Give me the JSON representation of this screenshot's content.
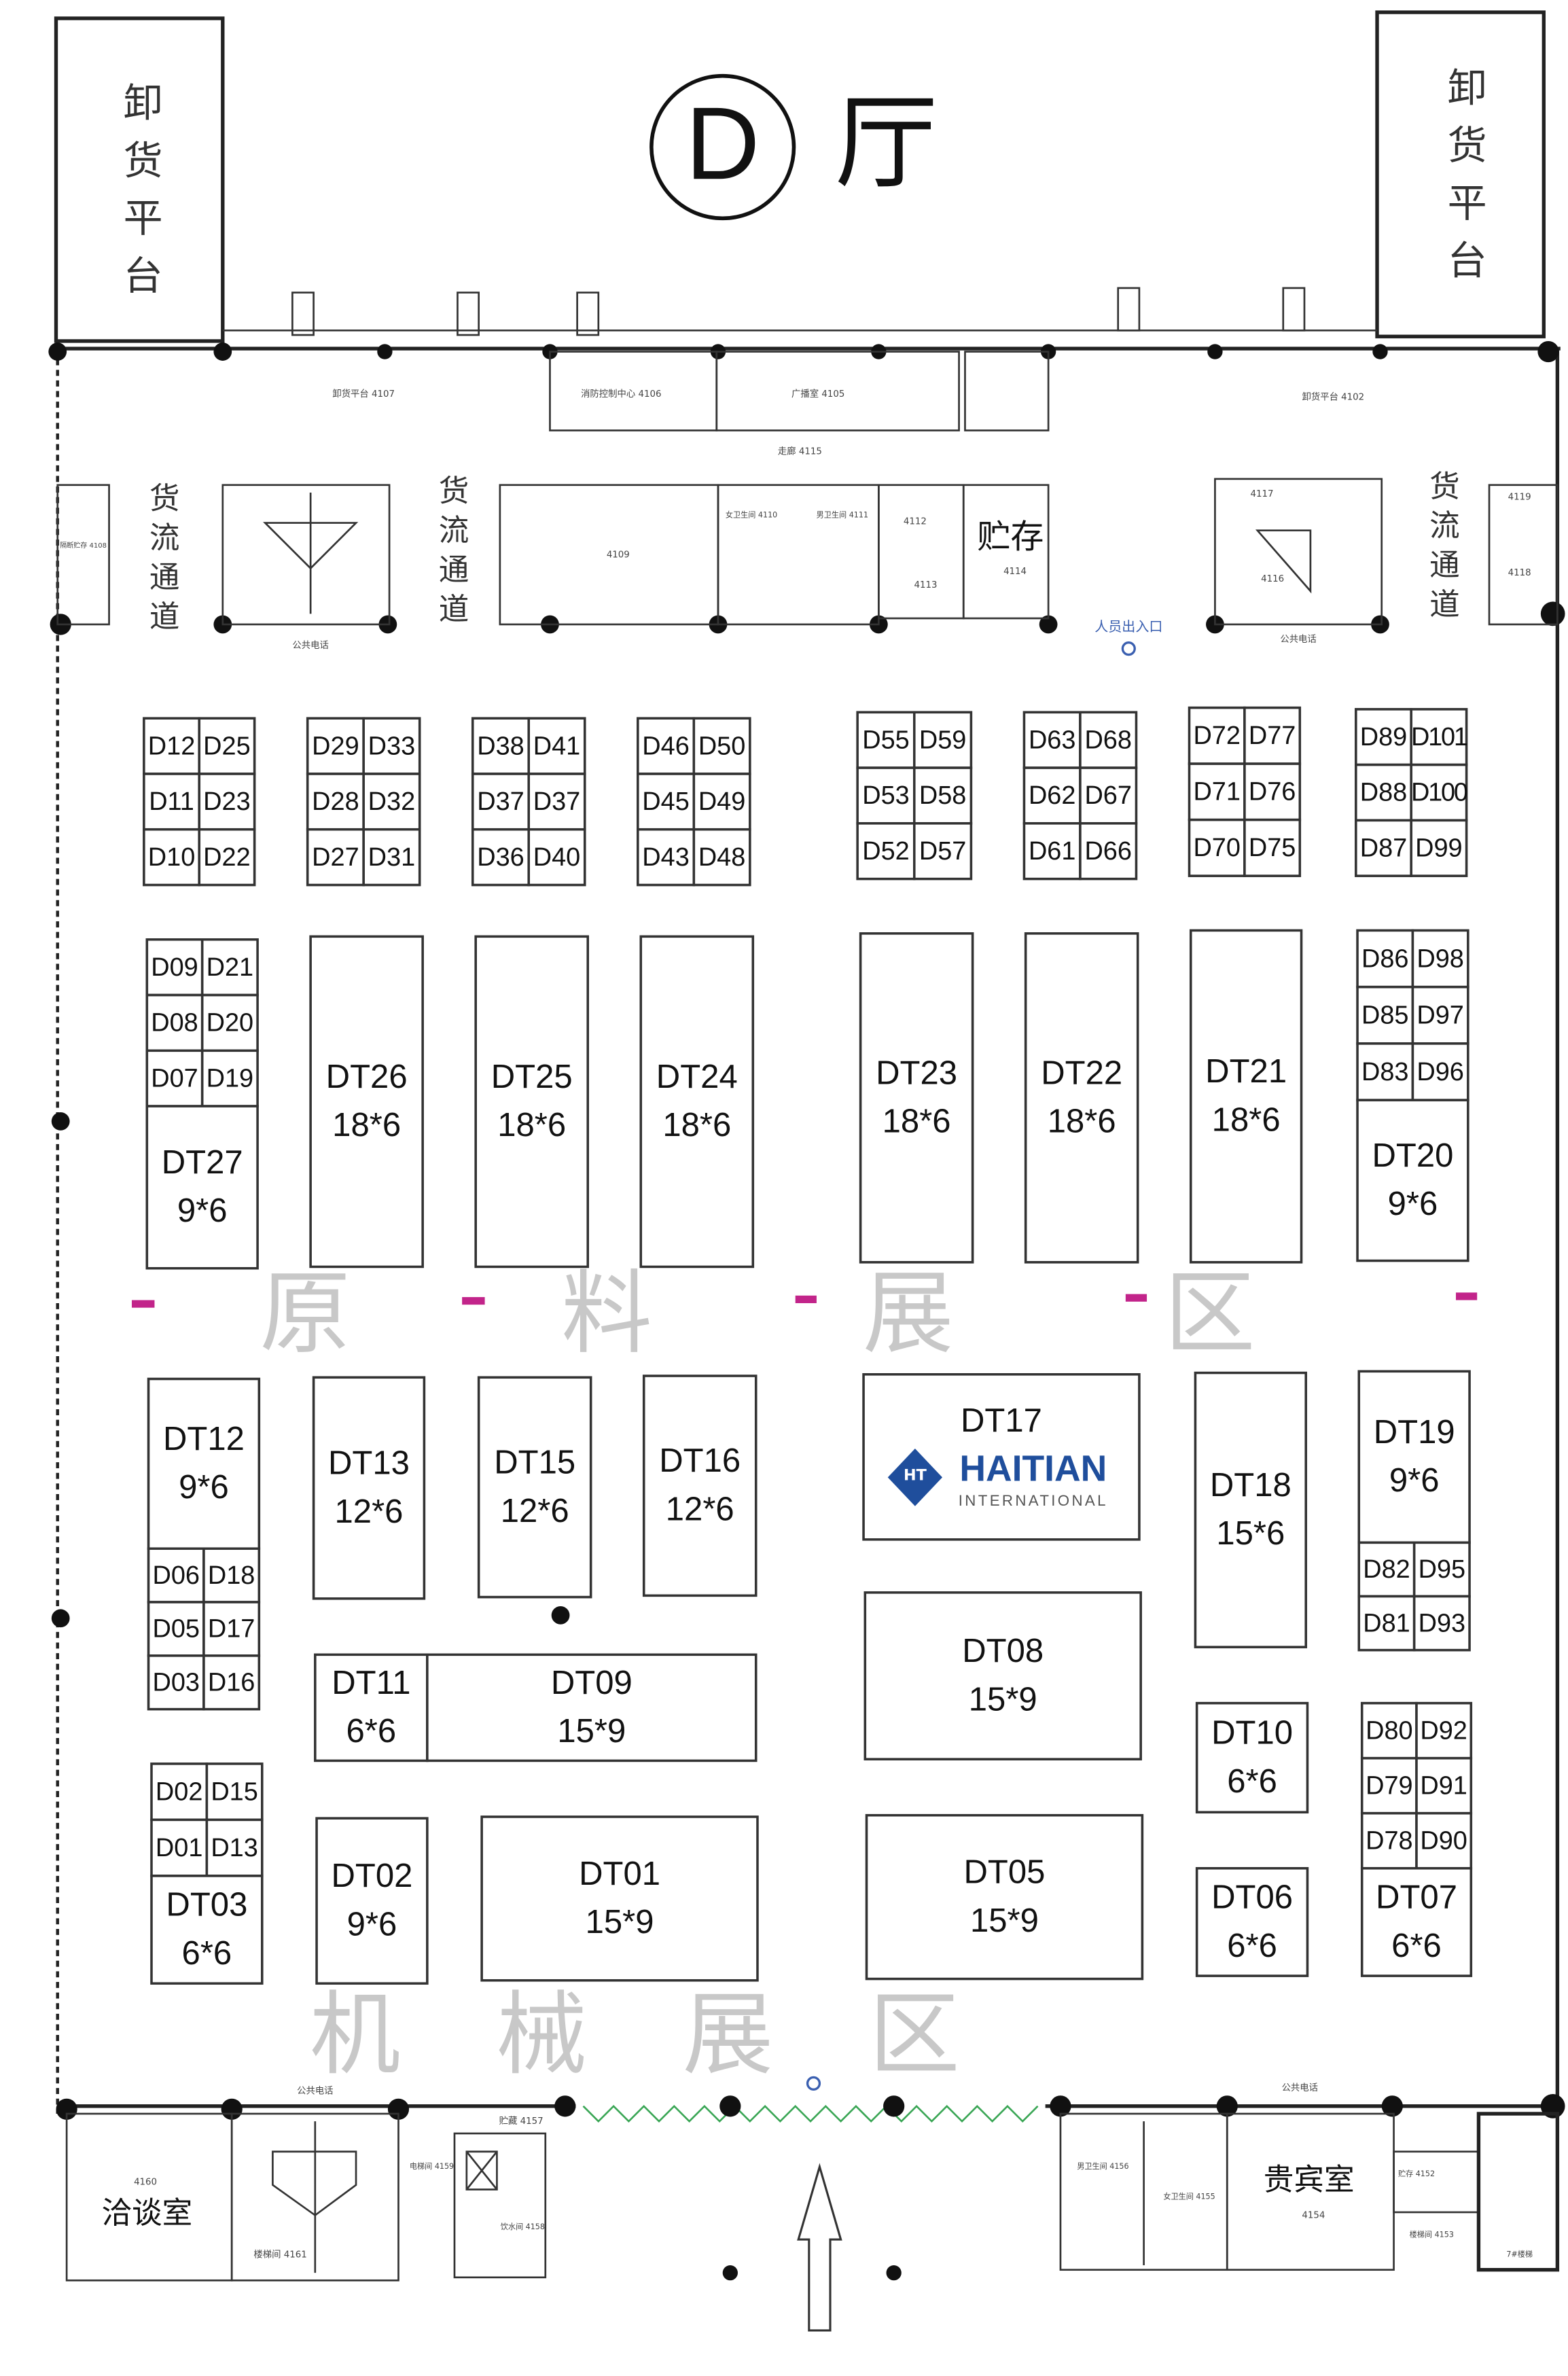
{
  "hall": {
    "letter": "D",
    "suffix": "厅"
  },
  "loading_docks": {
    "left": "卸货平台",
    "right": "卸货平台"
  },
  "passages": {
    "label": "货流通道"
  },
  "zones": {
    "raw_material": "原 料 展 区",
    "machinery": "机 械 展 区"
  },
  "rooms": {
    "unloading_left": "卸货平台 4107",
    "fire_control": "消防控制中心 4106",
    "broadcast": "广播室 4105",
    "corridor": "走廊 4115",
    "unloading_right": "卸货平台 4102",
    "partition_left": "隔断贮存 4108",
    "room_4109": "4109",
    "ladies_top": "女卫生间 4110",
    "mens_top": "男卫生间 4111",
    "room_4112": "4112",
    "room_4113": "4113",
    "storage": "贮存",
    "storage_no": "4114",
    "stair_top_left": "公共电话",
    "stair_top_right": "公共电话",
    "entrance": "人员出入口",
    "room_4117": "4117",
    "room_4116": "4116",
    "room_4118": "4118",
    "room_4119": "4119",
    "meeting": "洽谈室",
    "meeting_no": "4160",
    "stair_bottom_phone": "公共电话",
    "room_4161": "楼梯间 4161",
    "elevator": "电梯间 4159",
    "storage_4157": "贮藏 4157",
    "drinks": "饮水间 4158",
    "mens_bottom": "男卫生间 4156",
    "ladies_bottom": "女卫生间 4155",
    "vip": "贵宾室",
    "vip_no": "4154",
    "phone_bottom_right": "公共电话",
    "room_4152": "贮存 4152",
    "room_4153": "楼梯间 4153",
    "stair_7": "7#楼梯"
  },
  "exhibitor_logo": {
    "name": "HAITIAN",
    "sub": "INTERNATIONAL",
    "mark": "HT",
    "color": "#1f4e9c"
  },
  "small_booth_groups": [
    [
      [
        "D12",
        "D25"
      ],
      [
        "D11",
        "D23"
      ],
      [
        "D10",
        "D22"
      ]
    ],
    [
      [
        "D29",
        "D33"
      ],
      [
        "D28",
        "D32"
      ],
      [
        "D27",
        "D31"
      ]
    ],
    [
      [
        "D38",
        "D41"
      ],
      [
        "D37",
        "D37"
      ],
      [
        "D36",
        "D40"
      ]
    ],
    [
      [
        "D46",
        "D50"
      ],
      [
        "D45",
        "D49"
      ],
      [
        "D43",
        "D48"
      ]
    ],
    [
      [
        "D55",
        "D59"
      ],
      [
        "D53",
        "D58"
      ],
      [
        "D52",
        "D57"
      ]
    ],
    [
      [
        "D63",
        "D68"
      ],
      [
        "D62",
        "D67"
      ],
      [
        "D61",
        "D66"
      ]
    ],
    [
      [
        "D72",
        "D77"
      ],
      [
        "D71",
        "D76"
      ],
      [
        "D70",
        "D75"
      ]
    ],
    [
      [
        "D89",
        "D101"
      ],
      [
        "D88",
        "D100"
      ],
      [
        "D87",
        "D99"
      ]
    ],
    [
      [
        "D09",
        "D21"
      ],
      [
        "D08",
        "D20"
      ],
      [
        "D07",
        "D19"
      ]
    ],
    [
      [
        "D86",
        "D98"
      ],
      [
        "D85",
        "D97"
      ],
      [
        "D83",
        "D96"
      ]
    ],
    [
      [
        "D06",
        "D18"
      ],
      [
        "D05",
        "D17"
      ],
      [
        "D03",
        "D16"
      ]
    ],
    [
      [
        "D82",
        "D95"
      ],
      [
        "D81",
        "D93"
      ]
    ],
    [
      [
        "D80",
        "D92"
      ],
      [
        "D79",
        "D91"
      ],
      [
        "D78",
        "D90"
      ]
    ],
    [
      [
        "D02",
        "D15"
      ],
      [
        "D01",
        "D13"
      ]
    ]
  ],
  "booths": [
    {
      "id": "DT27",
      "size": "9*6"
    },
    {
      "id": "DT26",
      "size": "18*6"
    },
    {
      "id": "DT25",
      "size": "18*6"
    },
    {
      "id": "DT24",
      "size": "18*6"
    },
    {
      "id": "DT23",
      "size": "18*6"
    },
    {
      "id": "DT22",
      "size": "18*6"
    },
    {
      "id": "DT21",
      "size": "18*6"
    },
    {
      "id": "DT20",
      "size": "9*6"
    },
    {
      "id": "DT12",
      "size": "9*6"
    },
    {
      "id": "DT13",
      "size": "12*6"
    },
    {
      "id": "DT15",
      "size": "12*6"
    },
    {
      "id": "DT16",
      "size": "12*6"
    },
    {
      "id": "DT17",
      "size": ""
    },
    {
      "id": "DT18",
      "size": "15*6"
    },
    {
      "id": "DT19",
      "size": "9*6"
    },
    {
      "id": "DT11",
      "size": "6*6"
    },
    {
      "id": "DT09",
      "size": "15*9"
    },
    {
      "id": "DT08",
      "size": "15*9"
    },
    {
      "id": "DT10",
      "size": "6*6"
    },
    {
      "id": "DT07",
      "size": "6*6"
    },
    {
      "id": "DT03",
      "size": "6*6"
    },
    {
      "id": "DT02",
      "size": "9*6"
    },
    {
      "id": "DT01",
      "size": "15*9"
    },
    {
      "id": "DT05",
      "size": "15*9"
    },
    {
      "id": "DT06",
      "size": "6*6"
    }
  ]
}
